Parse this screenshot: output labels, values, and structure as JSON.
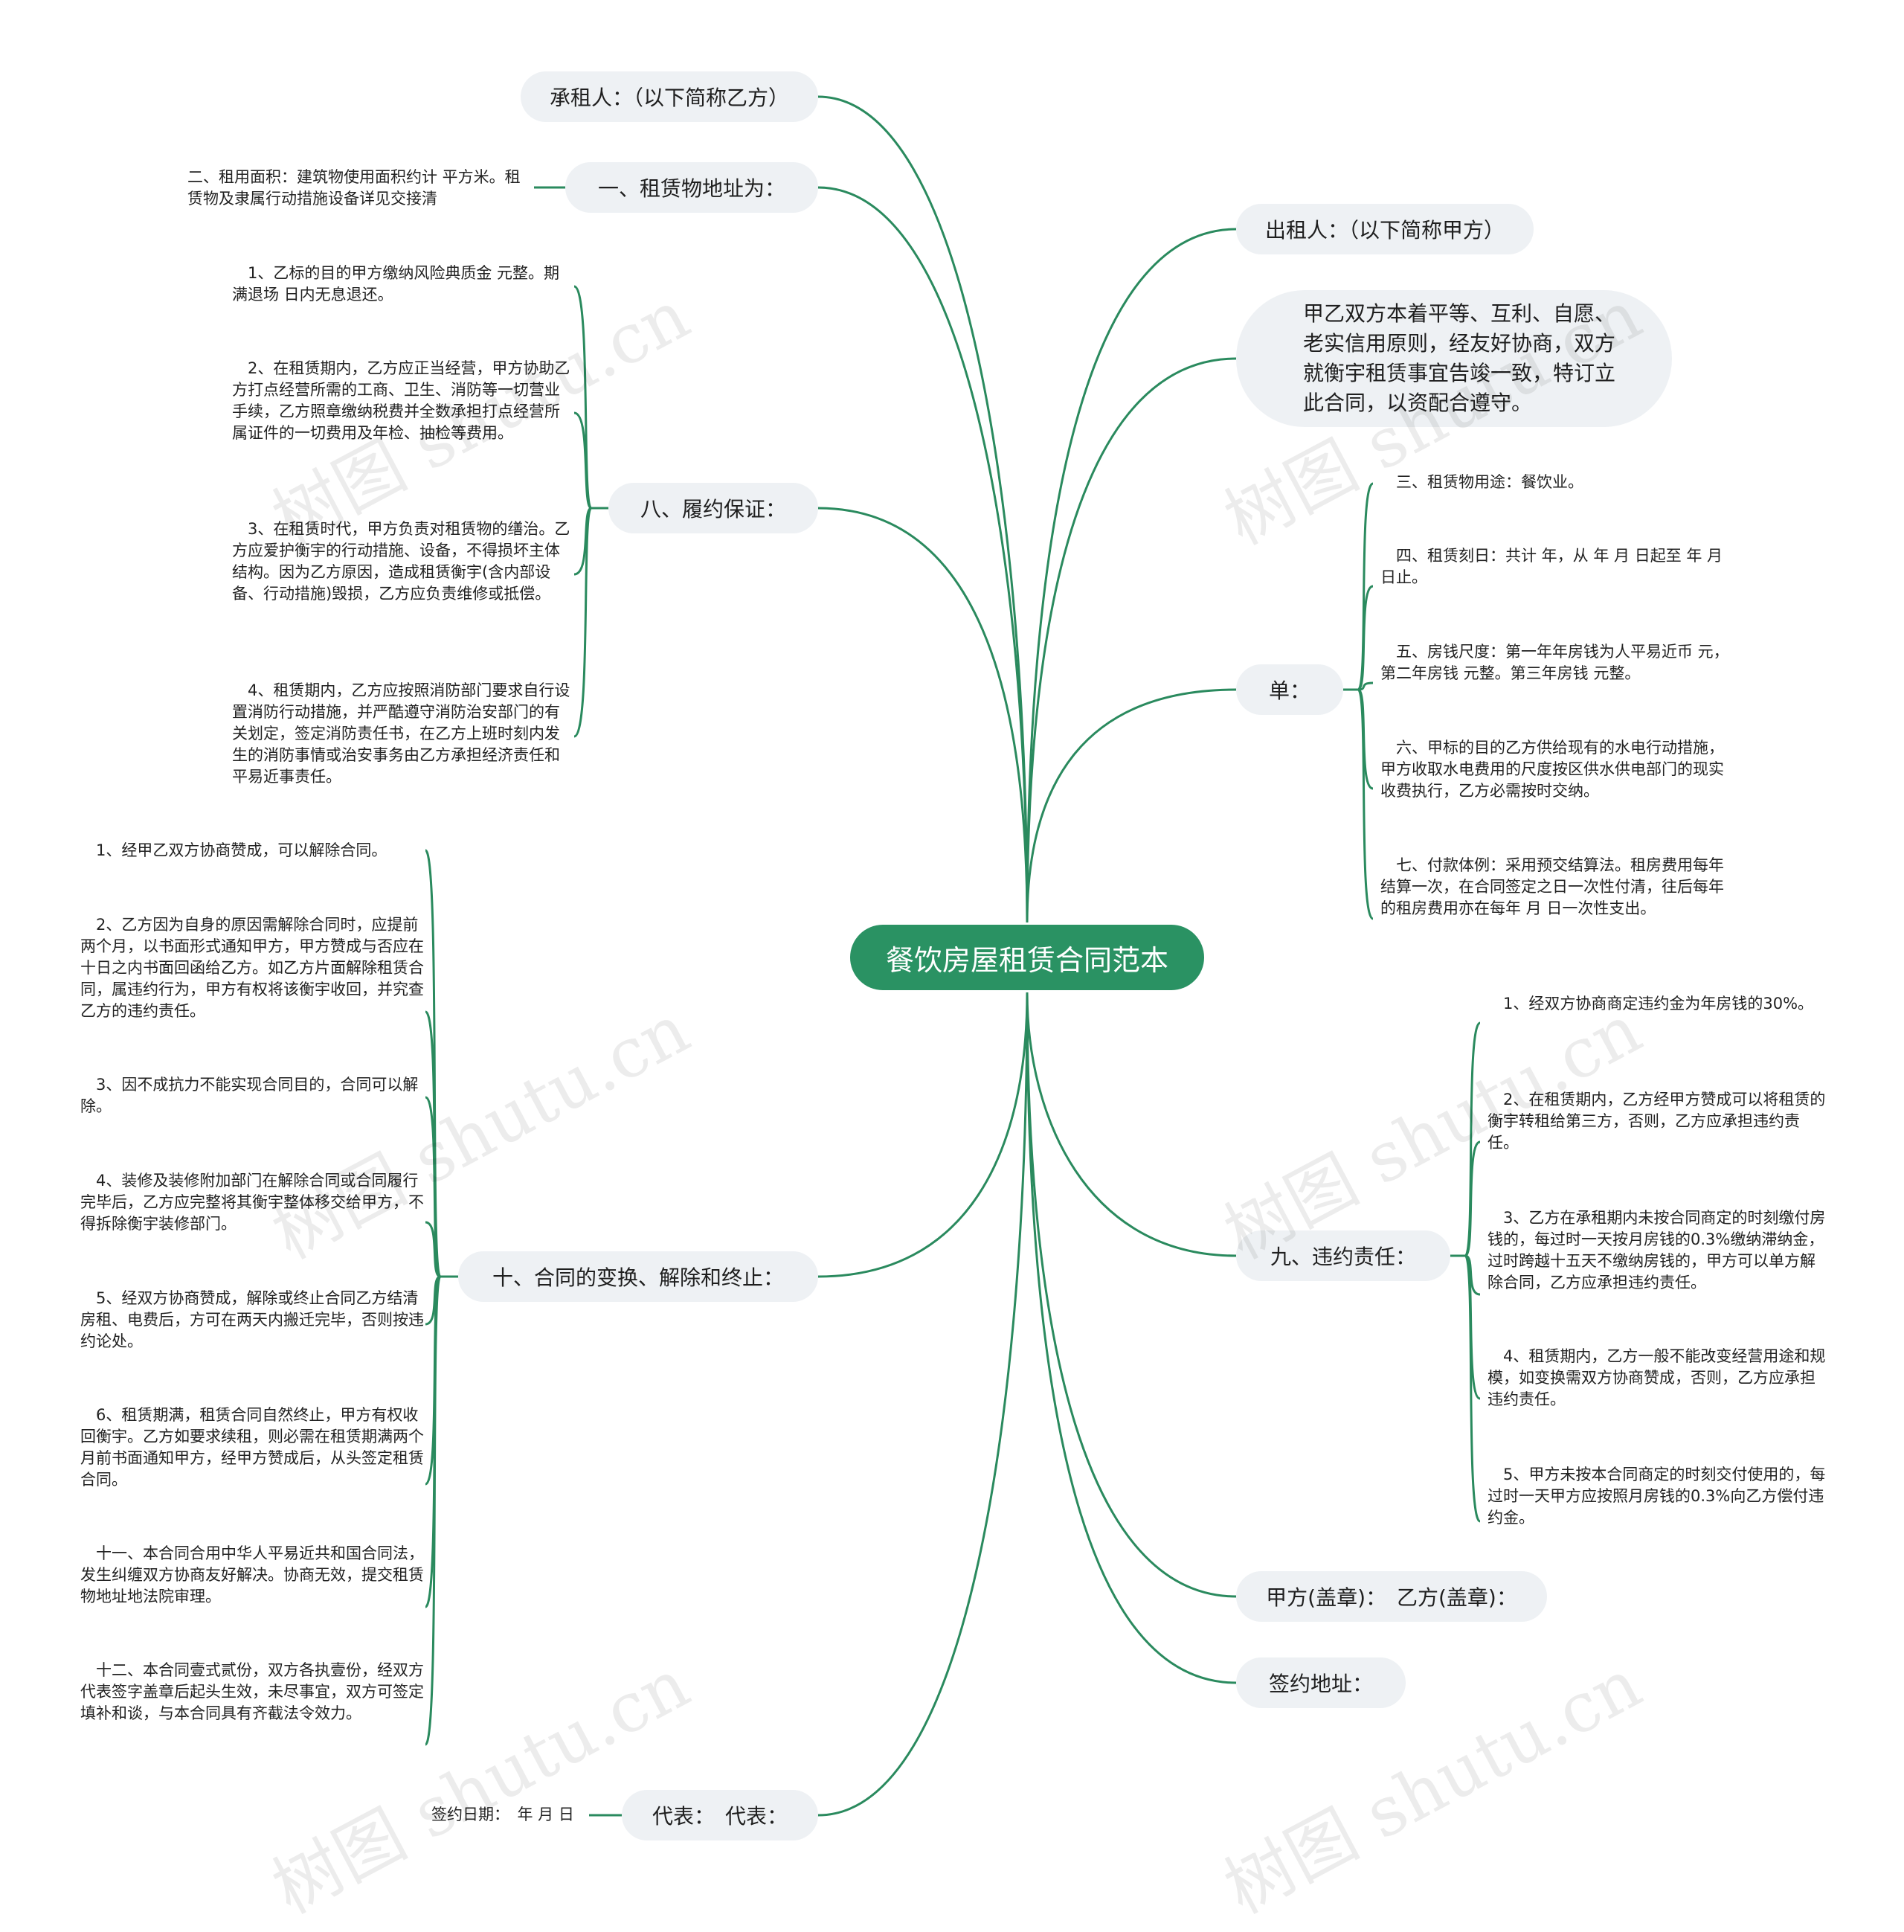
{
  "root": "餐饮房屋租赁合同范本",
  "left": {
    "lessee": "承租人：（以下简称乙方）",
    "address": {
      "label": "一、租赁物地址为：",
      "leaf": "二、租用面积：建筑物使用面积约计 平方米。租赁物及隶属行动措施设备详见交接清"
    },
    "guarantee": {
      "label": "八、履约保证：",
      "items": [
        "　1、乙标的目的甲方缴纳风险典质金 元整。期满退场 日内无息退还。",
        "　2、在租赁期内，乙方应正当经营，甲方协助乙方打点经营所需的工商、卫生、消防等一切营业手续，乙方照章缴纳税费并全数承担打点经营所属证件的一切费用及年检、抽检等费用。",
        "　3、在租赁时代，甲方负责对租赁物的缮治。乙方应爱护衡宇的行动措施、设备，不得损坏主体结构。因为乙方原因，造成租赁衡宇(含内部设备、行动措施)毁损，乙方应负责维修或抵偿。",
        "　4、租赁期内，乙方应按照消防部门要求自行设置消防行动措施，并严酷遵守消防治安部门的有关划定，签定消防责任书，在乙方上班时刻内发生的消防事情或治安事务由乙方承担经济责任和平易近事责任。"
      ]
    },
    "termination": {
      "label": "十、合同的变换、解除和终止：",
      "items": [
        "　1、经甲乙双方协商赞成，可以解除合同。",
        "　2、乙方因为自身的原因需解除合同时，应提前两个月，以书面形式通知甲方，甲方赞成与否应在十日之内书面回函给乙方。如乙方片面解除租赁合同，属违约行为，甲方有权将该衡宇收回，并究查乙方的违约责任。",
        "　3、因不成抗力不能实现合同目的，合同可以解除。",
        "　4、装修及装修附加部门在解除合同或合同履行完毕后，乙方应完整将其衡宇整体移交给甲方，不得拆除衡宇装修部门。",
        "　5、经双方协商赞成，解除或终止合同乙方结清房租、电费后，方可在两天内搬迁完毕，否则按违约论处。",
        "　6、租赁期满，租赁合同自然终止，甲方有权收回衡宇。乙方如要求续租，则必需在租赁期满两个月前书面通知甲方，经甲方赞成后，从头签定租赁合同。",
        "　十一、本合同合用中华人平易近共和国合同法，发生纠缠双方协商友好解决。协商无效，提交租赁物地址地法院审理。",
        "　十二、本合同壹式贰份，双方各执壹份，经双方代表签字盖章后起头生效，未尽事宜，双方可签定填补和谈，与本合同具有齐截法令效力。"
      ]
    },
    "rep": {
      "label": "代表：　代表：",
      "leaf": "签约日期：　年 月 日"
    }
  },
  "right": {
    "lessor": "出租人：（以下简称甲方）",
    "preamble": "甲乙双方本着平等、互利、自愿、老实信用原则，经友好协商，双方就衡宇租赁事宜告竣一致，特订立此合同，以资配合遵守。",
    "dan": {
      "label": "单：",
      "items": [
        "　三、租赁物用途：餐饮业。",
        "　四、租赁刻日：共计 年，从 年 月 日起至 年 月 日止。",
        "　五、房钱尺度：第一年年房钱为人平易近币 元，第二年房钱 元整。第三年房钱 元整。",
        "　六、甲标的目的乙方供给现有的水电行动措施，甲方收取水电费用的尺度按区供水供电部门的现实收费执行，乙方必需按时交纳。",
        "　七、付款体例：采用预交结算法。租房费用每年结算一次，在合同签定之日一次性付清，往后每年的租房费用亦在每年 月 日一次性支出。"
      ]
    },
    "breach": {
      "label": "九、违约责任：",
      "items": [
        "　1、经双方协商商定违约金为年房钱的30%。",
        "　2、在租赁期内，乙方经甲方赞成可以将租赁的衡宇转租给第三方，否则，乙方应承担违约责任。",
        "　3、乙方在承租期内未按合同商定的时刻缴付房钱的，每过时一天按月房钱的0.3%缴纳滞纳金，过时跨越十五天不缴纳房钱的，甲方可以单方解除合同，乙方应承担违约责任。",
        "　4、租赁期内，乙方一般不能改变经营用途和规模，如变换需双方协商赞成，否则，乙方应承担违约责任。",
        "　5、甲方未按本合同商定的时刻交付使用的，每过时一天甲方应按照月房钱的0.3%向乙方偿付违约金。"
      ]
    },
    "seal": "甲方(盖章)：　乙方(盖章)：",
    "place": "签约地址："
  },
  "watermark": "树图 shutu.cn",
  "colors": {
    "line": "#2a8a5e",
    "root": "#2a9263",
    "node": "#eef1f4"
  }
}
